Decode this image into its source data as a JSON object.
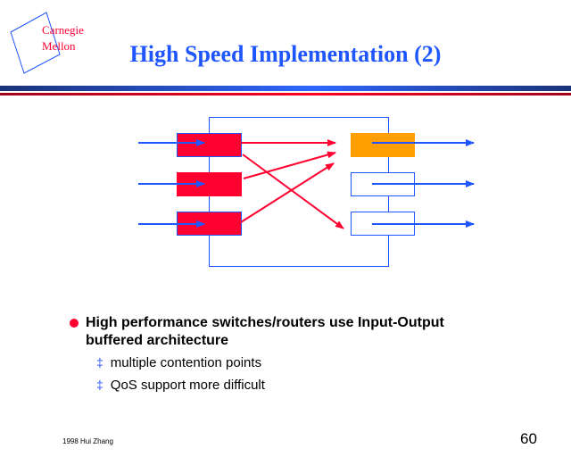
{
  "logo": {
    "line1": "Carnegie",
    "line2": "Mellon"
  },
  "title": "High Speed Implementation (2)",
  "bullets": [
    {
      "text": "High performance switches/routers use Input-Output buffered architecture",
      "sub": [
        "multiple contention points",
        "QoS support more difficult"
      ]
    }
  ],
  "sub_marker": "‡",
  "footer": "1998  Hui Zhang",
  "page_number": "60",
  "colors": {
    "blue": "#1f56ff",
    "red": "#ff0030",
    "orange": "#ff9f00"
  }
}
